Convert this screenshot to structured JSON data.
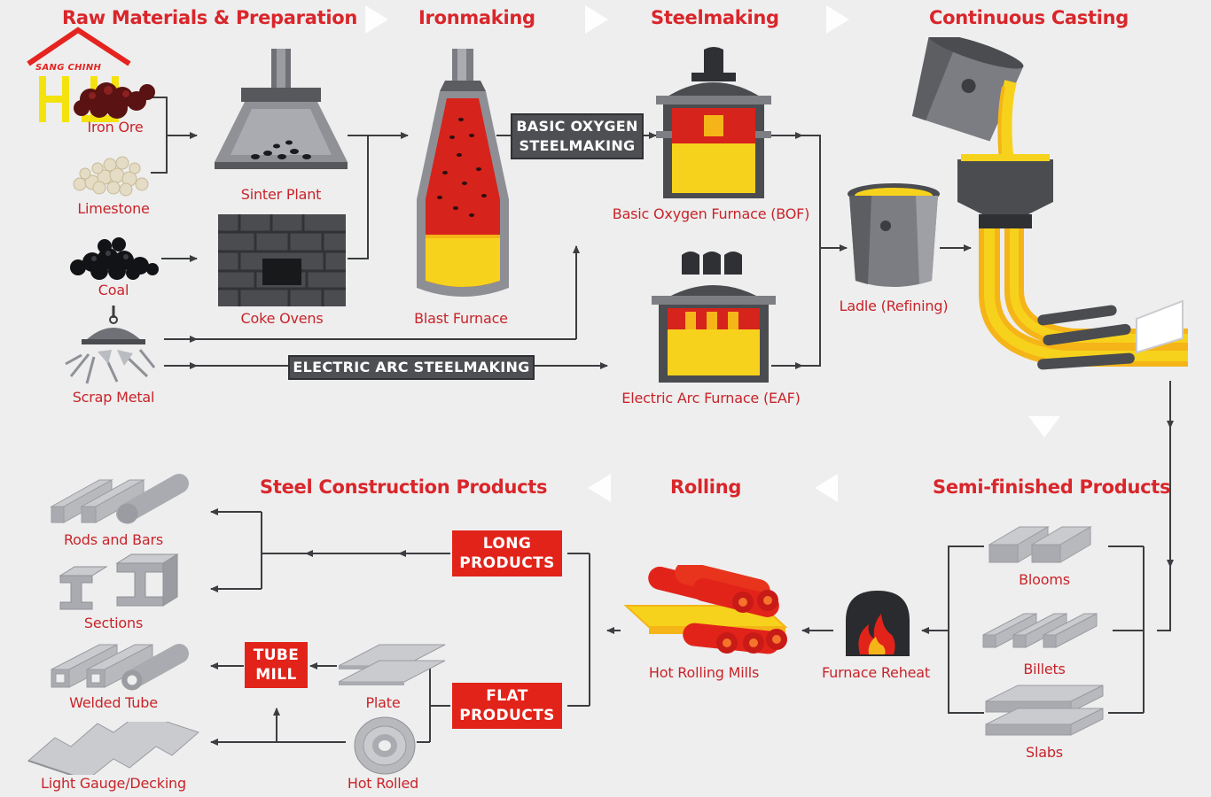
{
  "stages": {
    "raw": "Raw Materials & Preparation",
    "iron": "Ironmaking",
    "steel": "Steelmaking",
    "casting": "Continuous Casting",
    "semi": "Semi-finished Products",
    "rolling": "Rolling",
    "construction": "Steel Construction Products"
  },
  "raw_materials": {
    "iron_ore": "Iron Ore",
    "limestone": "Limestone",
    "coal": "Coal",
    "scrap": "Scrap Metal"
  },
  "preparation": {
    "sinter": "Sinter Plant",
    "coke": "Coke Ovens",
    "blast": "Blast Furnace"
  },
  "process_tags": {
    "bos": "BASIC OXYGEN STEELMAKING",
    "eas": "ELECTRIC ARC STEELMAKING"
  },
  "furnaces": {
    "bof": "Basic Oxygen Furnace (BOF)",
    "eaf": "Electric Arc Furnace (EAF)",
    "ladle": "Ladle (Refining)"
  },
  "semi_products": {
    "blooms": "Blooms",
    "billets": "Billets",
    "slabs": "Slabs"
  },
  "rolling_steps": {
    "reheat": "Furnace Reheat",
    "mills": "Hot Rolling Mills"
  },
  "product_groups": {
    "long": "LONG PRODUCTS",
    "flat": "FLAT PRODUCTS",
    "tube": "TUBE MILL"
  },
  "products": {
    "rods": "Rods and Bars",
    "sections": "Sections",
    "welded": "Welded Tube",
    "gauge": "Light Gauge/Decking",
    "plate": "Plate",
    "hot_rolled": "Hot Rolled"
  },
  "logo": {
    "text": "SANG CHINH"
  },
  "colors": {
    "title_red": "#d9262b",
    "box_red": "#e2231a",
    "dark_box": "#4d4f52",
    "molten": "#f7d21c",
    "furnace_red": "#d6231c"
  }
}
